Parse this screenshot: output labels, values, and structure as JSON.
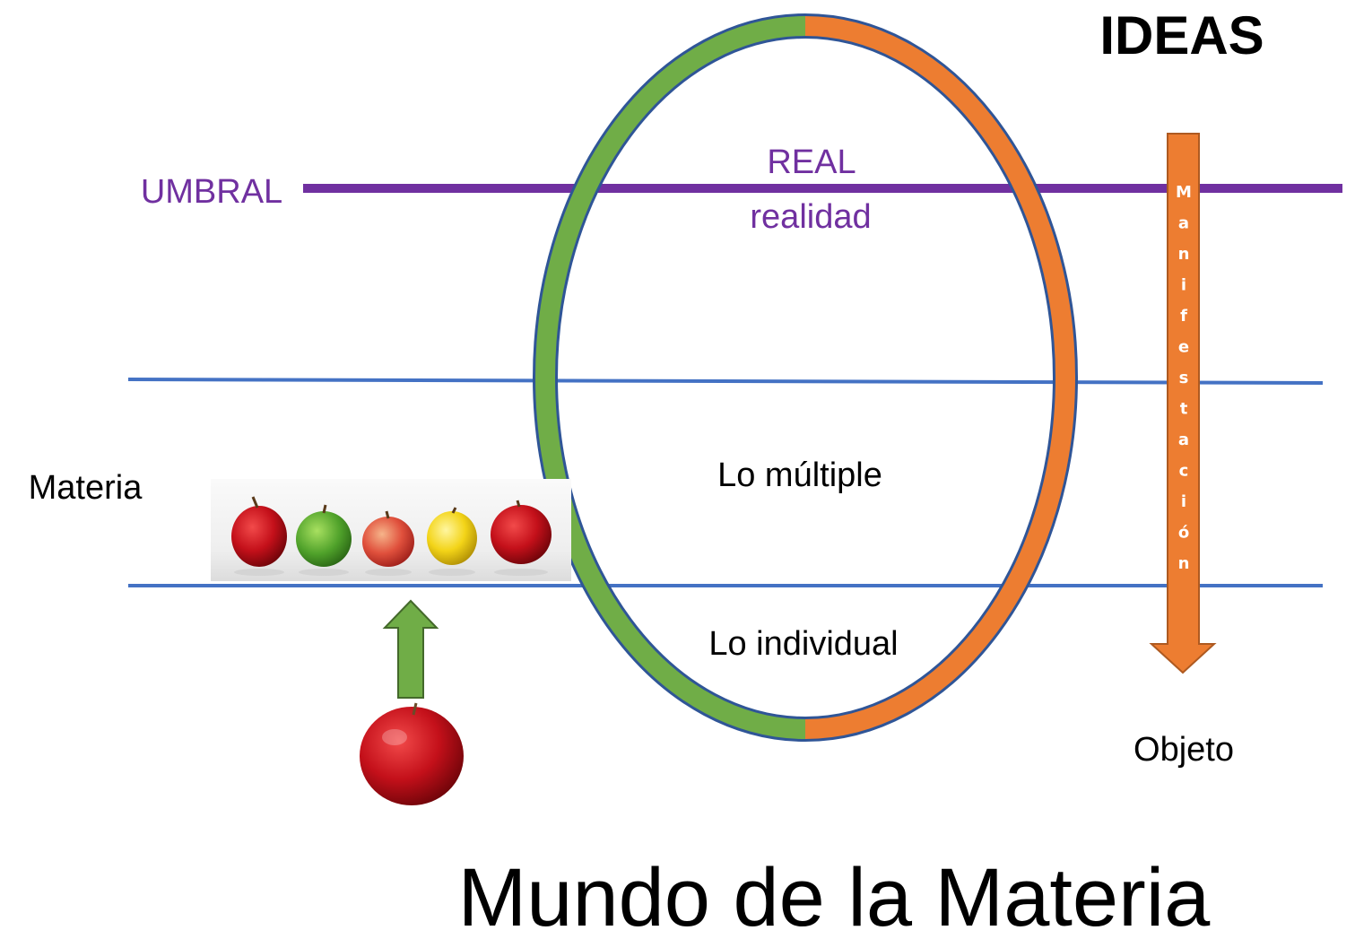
{
  "title": "IDEAS",
  "footer": "Mundo de la Materia",
  "labels": {
    "umbral": "UMBRAL",
    "real": "REAL",
    "realidad": "realidad",
    "materia": "Materia",
    "lo_multiple": "Lo múltiple",
    "lo_individual": "Lo individual",
    "objeto": "Objeto"
  },
  "arrow_text": "Manifestación",
  "colors": {
    "umbral": "#7030a0",
    "lines": "#4472c4",
    "green": "#70ad47",
    "orange": "#ed7d31",
    "text": "#000000"
  },
  "apples": {
    "row": [
      "red-apple",
      "green-apple",
      "red-yellow-apple",
      "yellow-apple",
      "red-apple"
    ],
    "single": "red-apple"
  }
}
